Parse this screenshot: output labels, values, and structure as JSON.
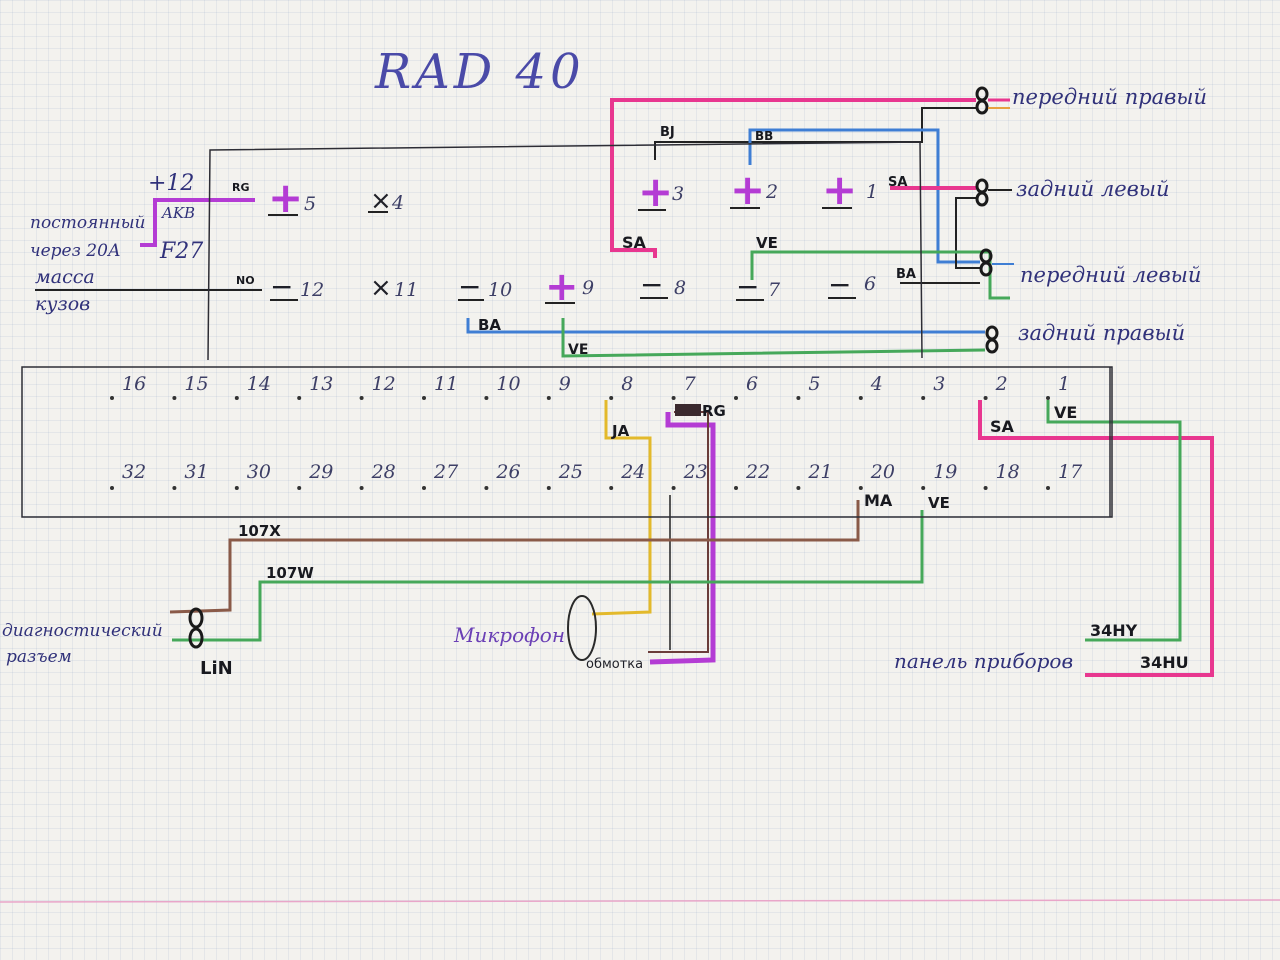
{
  "title": "RAD 40",
  "colors": {
    "pink": "#e8378f",
    "magenta": "#b43cd4",
    "blue": "#3f7ed4",
    "green": "#46a85a",
    "yellow": "#e3b92b",
    "brown": "#8a5a48",
    "black": "#1c1c22"
  },
  "left_labels": {
    "plus12": "+12",
    "akb": "AKB",
    "constant_line1": "постоянный",
    "constant_line2": "через 20А",
    "fuse": "F27",
    "ground_line1": "масса",
    "ground_line2": "кузов"
  },
  "top_connector": {
    "row1": [
      {
        "sign": "+",
        "num": "5"
      },
      {
        "sign": "×",
        "num": "4"
      },
      {
        "sign": "+",
        "num": "3"
      },
      {
        "sign": "+",
        "num": "2"
      },
      {
        "sign": "+",
        "num": "1"
      }
    ],
    "row2": [
      {
        "sign": "−",
        "num": "12"
      },
      {
        "sign": "×",
        "num": "11"
      },
      {
        "sign": "−",
        "num": "10"
      },
      {
        "sign": "+",
        "num": "9"
      },
      {
        "sign": "−",
        "num": "8"
      },
      {
        "sign": "−",
        "num": "7"
      },
      {
        "sign": "−",
        "num": "6"
      }
    ]
  },
  "wire_codes": {
    "rg_top": "RG",
    "no": "NO",
    "bj": "BJ",
    "bb": "BB",
    "sa_top": "SA",
    "sa_pin8": "SA",
    "ve_pin7": "VE",
    "ba_pin6": "BA",
    "ba_pin10": "BA",
    "ve_pin9": "VE",
    "ja": "JA",
    "rg_bottom": "RG",
    "sa_pin2": "SA",
    "ve_pin1": "VE",
    "ma": "MA",
    "ve_pin19": "VE",
    "w107x": "107X",
    "w107w": "107W",
    "h34hy": "34HY",
    "h34hu": "34HU"
  },
  "right_labels": {
    "front_right": "передний правый",
    "rear_left": "задний левый",
    "front_left": "передний левый",
    "rear_right": "задний правый"
  },
  "bottom_connector": {
    "row1": [
      "16",
      "15",
      "14",
      "13",
      "12",
      "11",
      "10",
      "9",
      "8",
      "7",
      "6",
      "5",
      "4",
      "3",
      "2",
      "1"
    ],
    "row2": [
      "32",
      "31",
      "30",
      "29",
      "28",
      "27",
      "26",
      "25",
      "24",
      "23",
      "22",
      "21",
      "20",
      "19",
      "18",
      "17"
    ]
  },
  "bottom_labels": {
    "diag_line1": "диагностический",
    "diag_line2": "разъем",
    "lin": "LiN",
    "mic": "Микрофон",
    "shield": "обмотка",
    "panel": "панель приборов"
  }
}
